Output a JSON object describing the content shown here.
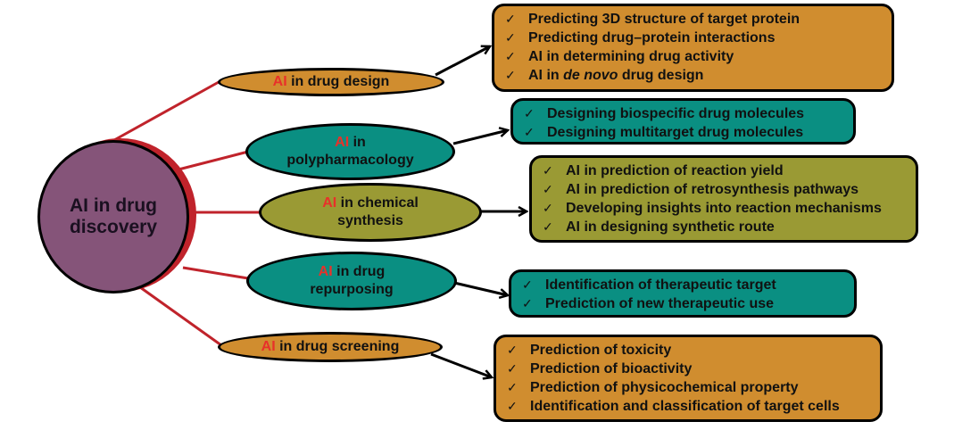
{
  "colors": {
    "orange": "#d08d2f",
    "teal": "#0a8f82",
    "olive": "#9a9a34",
    "center": "#855479",
    "connector": "#c0232b",
    "ai_highlight": "#e8312a"
  },
  "center": {
    "line1": "AI in drug",
    "line2": "discovery"
  },
  "check_glyph": "✓",
  "branches": [
    {
      "ai": "AI",
      "rest_line1": " in drug design",
      "line2": "",
      "items": [
        "Predicting 3D structure of target protein",
        "Predicting drug–protein interactions",
        "AI in determining drug activity"
      ],
      "last_item": {
        "pre": "AI in ",
        "italic": "de novo",
        "post": " drug design"
      }
    },
    {
      "ai": "AI",
      "rest_line1": " in",
      "line2": "polypharmacology",
      "items": [
        "Designing biospecific drug molecules",
        "Designing multitarget drug molecules"
      ]
    },
    {
      "ai": "AI",
      "rest_line1": " in chemical",
      "line2": "synthesis",
      "items": [
        "AI in prediction of reaction yield",
        "AI in prediction of retrosynthesis pathways",
        "Developing insights into reaction mechanisms",
        "AI in designing synthetic route"
      ]
    },
    {
      "ai": "AI",
      "rest_line1": " in drug",
      "line2": "repurposing",
      "items": [
        "Identification of therapeutic target",
        "Prediction of new therapeutic use"
      ]
    },
    {
      "ai": "AI",
      "rest_line1": " in drug screening",
      "line2": "",
      "items": [
        "Prediction of toxicity",
        "Prediction of bioactivity",
        "Prediction of physicochemical property",
        "Identification and classification of target cells"
      ]
    }
  ]
}
